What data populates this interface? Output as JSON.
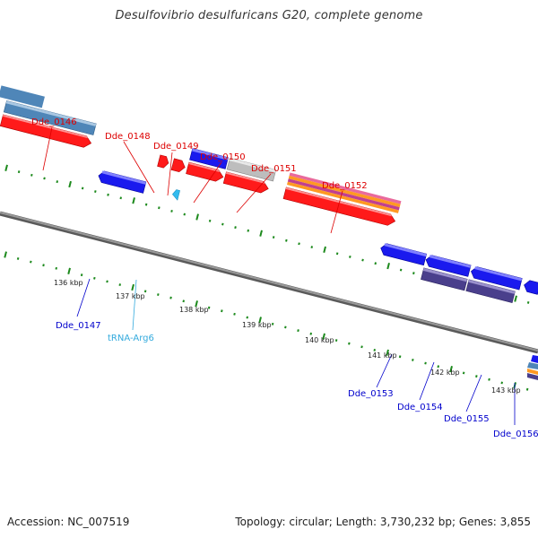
{
  "title": "Desulfovibrio desulfuricans G20, complete genome",
  "footer": {
    "accession": "Accession: NC_007519",
    "topology": "Topology: circular; Length: 3,730,232 bp; Genes: 3,855"
  },
  "kbp_labels": [
    "136 kbp",
    "137 kbp",
    "138 kbp",
    "139 kbp",
    "140 kbp",
    "141 kbp",
    "142 kbp",
    "143 kbp"
  ],
  "colors": {
    "backbone": "#7a7a7a",
    "tick": "#1d8a1d",
    "top_labels": "#dd0000",
    "bottom_labels": "#0000cc",
    "trna_label": "#33aadd",
    "gene_red": "#ff1a1a",
    "gene_blue": "#1a1aee",
    "gene_steel": "#4f86b8",
    "gene_gray": "#bdbdbd",
    "gene_purple": "#4a3f8c",
    "gene_orange": "#ff9922",
    "gene_magenta": "#ee3399",
    "trna": "#33bbee"
  },
  "labels": {
    "top": [
      "Dde_0146",
      "Dde_0148",
      "Dde_0149",
      "Dde_0150",
      "Dde_0151",
      "Dde_0152"
    ],
    "bottom": [
      "Dde_0147",
      "Dde_0153",
      "Dde_0154",
      "Dde_0155",
      "Dde_0156"
    ],
    "trna": "tRNA-Arg6"
  }
}
